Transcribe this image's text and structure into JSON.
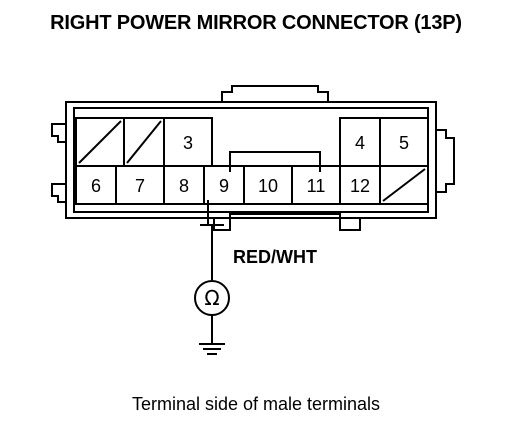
{
  "title": "RIGHT POWER MIRROR CONNECTOR (13P)",
  "caption": "Terminal side of male terminals",
  "wire_color_label": "RED/WHT",
  "meter_symbol": "Ω",
  "icons": {
    "meter": "ohmmeter-icon",
    "ground": "ground-icon"
  },
  "connector": {
    "top_row": [
      {
        "pin": "",
        "blank": true
      },
      {
        "pin": "",
        "blank": true
      },
      {
        "pin": "3",
        "blank": false
      },
      {
        "pin": "4",
        "blank": false
      },
      {
        "pin": "5",
        "blank": false
      }
    ],
    "bottom_row": [
      {
        "pin": "6",
        "blank": false
      },
      {
        "pin": "7",
        "blank": false
      },
      {
        "pin": "8",
        "blank": false
      },
      {
        "pin": "9",
        "blank": false
      },
      {
        "pin": "10",
        "blank": false
      },
      {
        "pin": "11",
        "blank": false
      },
      {
        "pin": "12",
        "blank": false
      },
      {
        "pin": "",
        "blank": true
      }
    ],
    "probe_pin": "9"
  }
}
